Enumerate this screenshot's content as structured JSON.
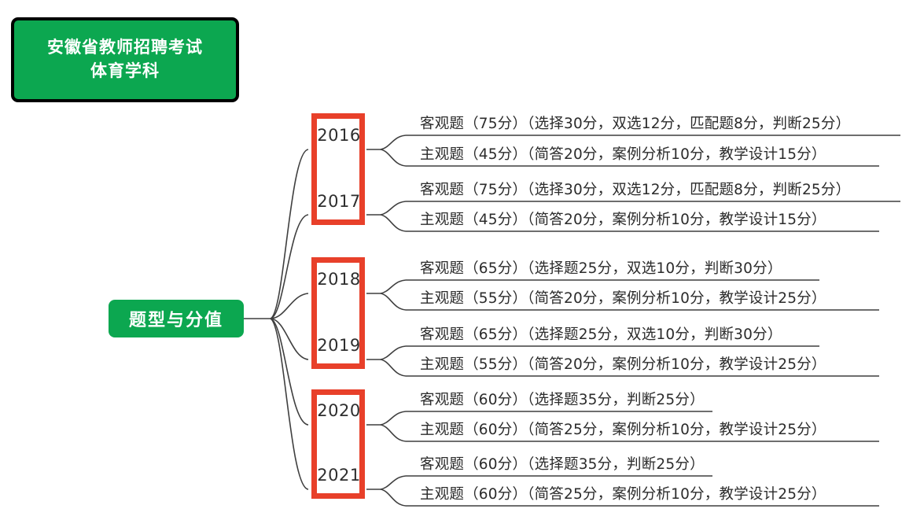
{
  "title_box": {
    "line1": "安徽省教师招聘考试",
    "line2": "体育学科",
    "fill_color": "#0CA750",
    "border_color": "#000000",
    "text_color": "#FFFFFF"
  },
  "root_node": {
    "label": "题型与分值",
    "fill_color": "#0CA750",
    "text_color": "#FFFFFF"
  },
  "palette": {
    "year_box_border": "#E8402A",
    "branch_line": "#3F3F3F",
    "leaf_text": "#2B2B2B",
    "year_text": "#2E2E2E",
    "background": "#FFFFFF"
  },
  "year_groups": [
    {
      "years": [
        "2016",
        "2017"
      ]
    },
    {
      "years": [
        "2018",
        "2019"
      ]
    },
    {
      "years": [
        "2020",
        "2021"
      ]
    }
  ],
  "branches": [
    {
      "year": "2016",
      "leaves": [
        "客观题（75分）（选择30分，双选12分，匹配题8分，判断25分）",
        "主观题（45分）（简答20分，案例分析10分，教学设计15分）"
      ]
    },
    {
      "year": "2017",
      "leaves": [
        "客观题（75分）（选择30分，双选12分，匹配题8分，判断25分）",
        "主观题（45分）（简答20分，案例分析10分，教学设计15分）"
      ]
    },
    {
      "year": "2018",
      "leaves": [
        "客观题（65分）（选择题25分，双选10分，判断30分）",
        "主观题（55分）（简答20分，案例分析10分，教学设计25分）"
      ]
    },
    {
      "year": "2019",
      "leaves": [
        "客观题（65分）（选择题25分，双选10分，判断30分）",
        "主观题（55分）（简答20分，案例分析10分，教学设计25分）"
      ]
    },
    {
      "year": "2020",
      "leaves": [
        "客观题（60分）（选择题35分，判断25分）",
        "主观题（60分）（简答25分，案例分析10分，教学设计25分）"
      ]
    },
    {
      "year": "2021",
      "leaves": [
        "客观题（60分）（选择题35分，判断25分）",
        "主观题（60分）（简答25分，案例分析10分，教学设计25分）"
      ]
    }
  ]
}
